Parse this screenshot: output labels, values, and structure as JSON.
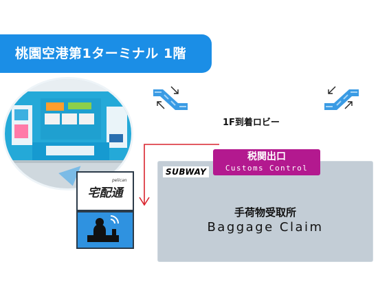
{
  "banner": {
    "title": "桃園空港第1ターミナル 1階"
  },
  "lobby": {
    "label": "1F到着ロビー"
  },
  "customs": {
    "jp": "税関出口",
    "en": "Customs Control"
  },
  "shop": {
    "brand": "SUBWAY"
  },
  "baggage": {
    "jp": "手荷物受取所",
    "en": "Baggage Claim"
  },
  "counter": {
    "logo_text": "宅配通",
    "logo_small": "pelican"
  },
  "colors": {
    "banner": "#1b8ee6",
    "customs": "#b3198f",
    "claim_area": "#c3cdd6",
    "route_arrow": "#d9232d",
    "escalator": "#3a9be4"
  },
  "icons": [
    "escalator-icon",
    "counter-staff-icon",
    "route-arrow-icon"
  ]
}
